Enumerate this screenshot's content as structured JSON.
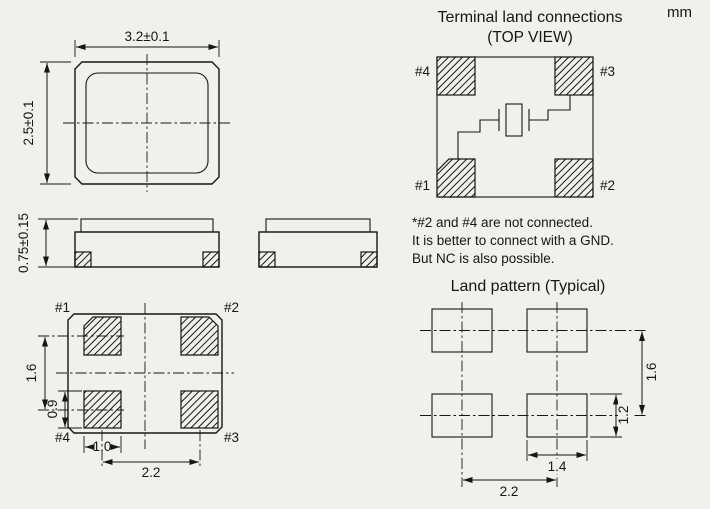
{
  "unit": "mm",
  "package_top_view": {
    "dim_width": "3.2±0.1",
    "dim_height": "2.5±0.1"
  },
  "package_side_view": {
    "dim_thickness": "0.75±0.15"
  },
  "package_bottom_view": {
    "pad1": "#1",
    "pad2": "#2",
    "pad3": "#3",
    "pad4": "#4",
    "dim_pad_pitch_vertical": "1.6",
    "dim_pad_length": "0.9",
    "dim_pad_width": "1.0",
    "dim_pad_pitch_horizontal": "2.2"
  },
  "terminal_land_connections": {
    "title": "Terminal land connections",
    "subtitle": "(TOP VIEW)",
    "pad1": "#1",
    "pad2": "#2",
    "pad3": "#3",
    "pad4": "#4",
    "note": [
      "*#2 and #4 are not connected.",
      "It is better to connect with a GND.",
      "But NC is also possible."
    ]
  },
  "land_pattern": {
    "title": "Land pattern (Typical)",
    "dim_pitch_vertical": "1.6",
    "dim_pad_height": "1.2",
    "dim_pad_width": "1.4",
    "dim_pitch_horizontal": "2.2"
  }
}
